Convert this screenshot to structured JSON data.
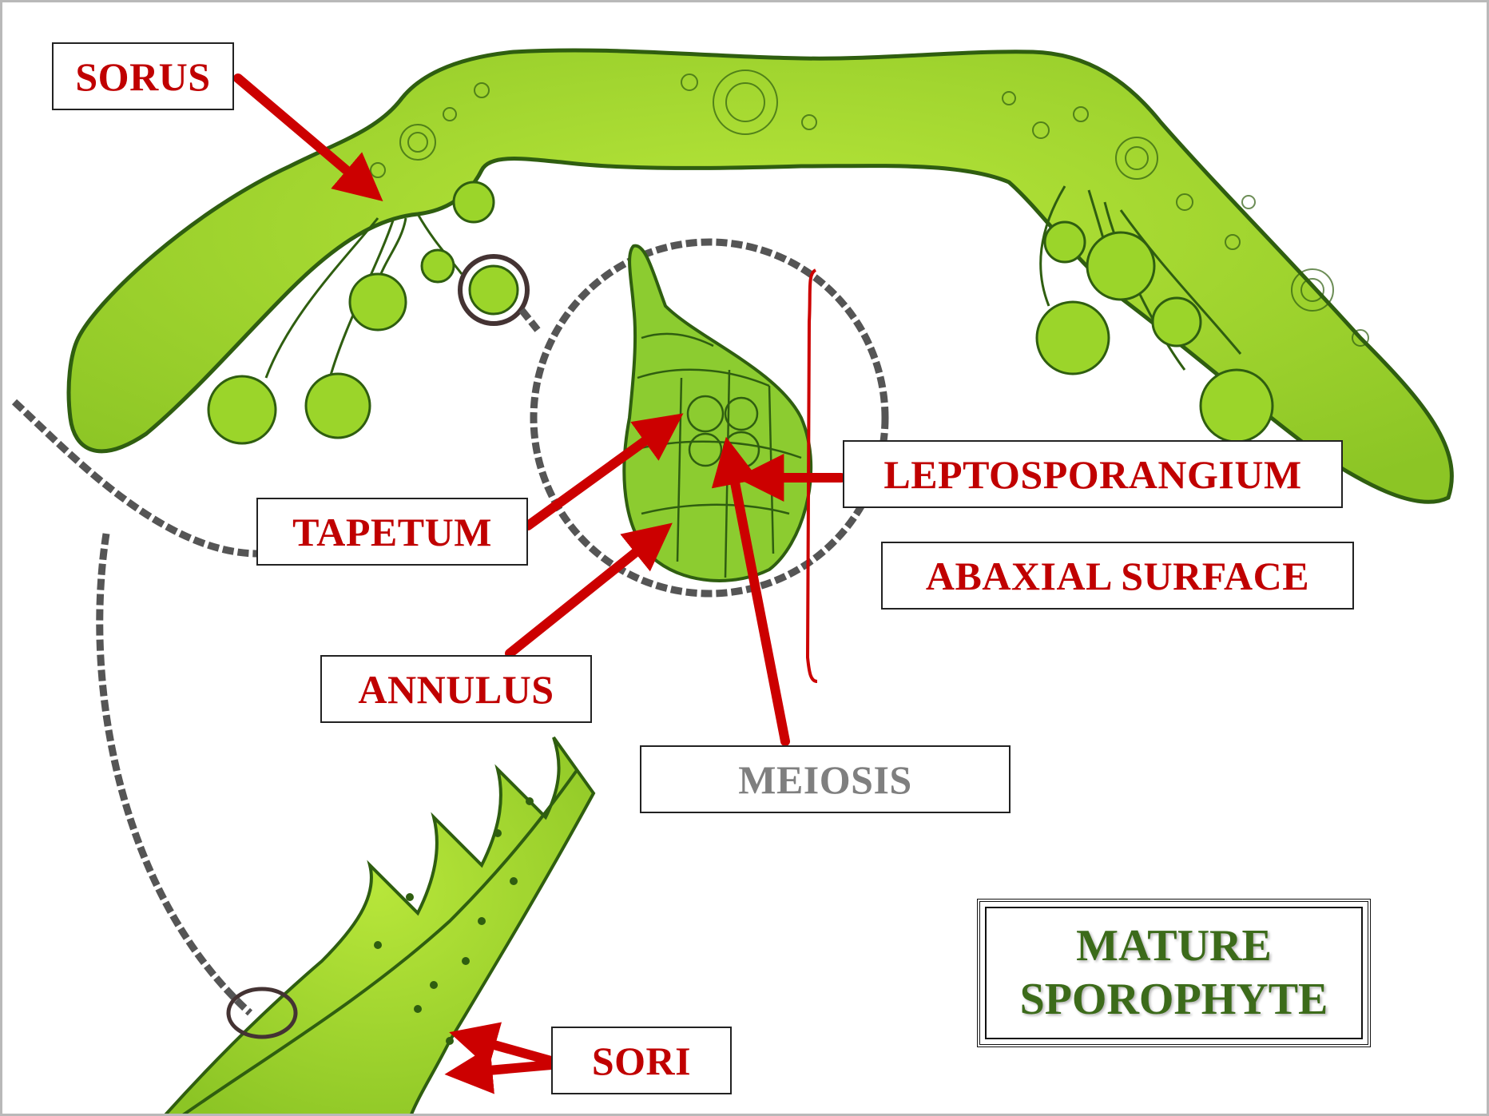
{
  "labels": {
    "sorus": "SORUS",
    "tapetum": "TAPETUM",
    "leptosporangium": "LEPTOSPORANGIUM",
    "abaxial_surface": "ABAXIAL SURFACE",
    "annulus": "ANNULUS",
    "meiosis": "MEIOSIS",
    "sori": "SORI"
  },
  "title": {
    "line1": "MATURE",
    "line2": "SPOROPHYTE"
  },
  "colors": {
    "label_text": "#c00000",
    "meiosis_text": "#7f7f7f",
    "title_text": "#3c6b1a",
    "arrow": "#cc0000",
    "leaf_fill": "#9bd52a",
    "leaf_outline": "#2f5e10",
    "dash": "#555555"
  }
}
